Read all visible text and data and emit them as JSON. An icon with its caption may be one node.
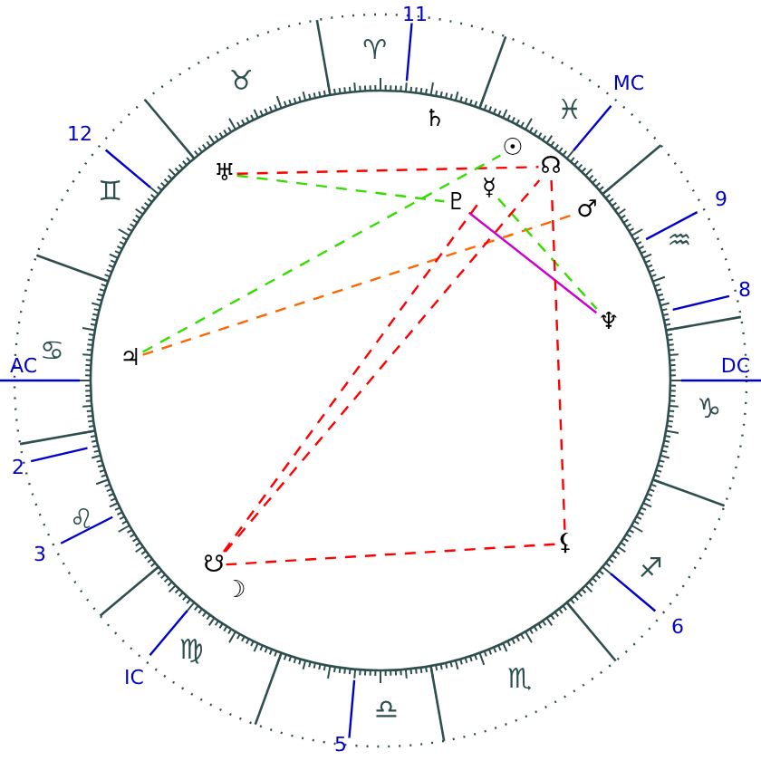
{
  "diagram": {
    "nodes": [
      {
        "text": [
          "♅"
        ]
      },
      {
        "text": [
          "♃"
        ]
      },
      {
        "text": [
          "♄"
        ]
      },
      {
        "text": [
          "♇"
        ]
      },
      {
        "text": [
          "☿"
        ]
      },
      {
        "text": [
          "☉"
        ]
      },
      {
        "text": [
          "☊"
        ]
      },
      {
        "text": [
          "♂"
        ]
      },
      {
        "text": [
          "♆"
        ]
      },
      {
        "text": [
          "☋"
        ]
      },
      {
        "text": [
          "☽"
        ]
      },
      {
        "text": [
          "⚸"
        ]
      }
    ],
    "edges": [
      {
        "from": 0,
        "to": 3,
        "arrow": "none",
        "style": "dashed",
        "color": "#33dd00"
      },
      {
        "from": 0,
        "to": 6,
        "arrow": "none",
        "style": "dashed"
      },
      {
        "from": 1,
        "to": 5,
        "arrow": "none",
        "style": "dashed",
        "color": "#33dd00"
      },
      {
        "from": 1,
        "to": 7,
        "arrow": "none",
        "style": "dashed",
        "color": "#ff6600"
      },
      {
        "from": 3,
        "to": 8,
        "arrow": "none",
        "color": "#cc00cc"
      },
      {
        "from": 4,
        "to": 8,
        "arrow": "none",
        "style": "dashed",
        "color": "#33dd00"
      },
      {
        "from": 6,
        "to": 11,
        "arrow": "none",
        "style": "dashed"
      },
      {
        "from": 11,
        "to": 9,
        "arrow": "none",
        "style": "dashed"
      },
      {
        "from": 9,
        "to": 6,
        "arrow": "none",
        "style": "dashed"
      },
      {
        "from": 9,
        "to": 4,
        "arrow": "none",
        "style": "dashed"
      }
    ],
    "labels": [
      "11",
      "12",
      "AC",
      "2",
      "3",
      "IC",
      "5",
      "6",
      "DC",
      "8",
      "9",
      "MC",
      "♈",
      "♉",
      "♊",
      "♋",
      "♌",
      "♍",
      "♎",
      "♏",
      "♐",
      "♑",
      "♒",
      "♓"
    ]
  }
}
